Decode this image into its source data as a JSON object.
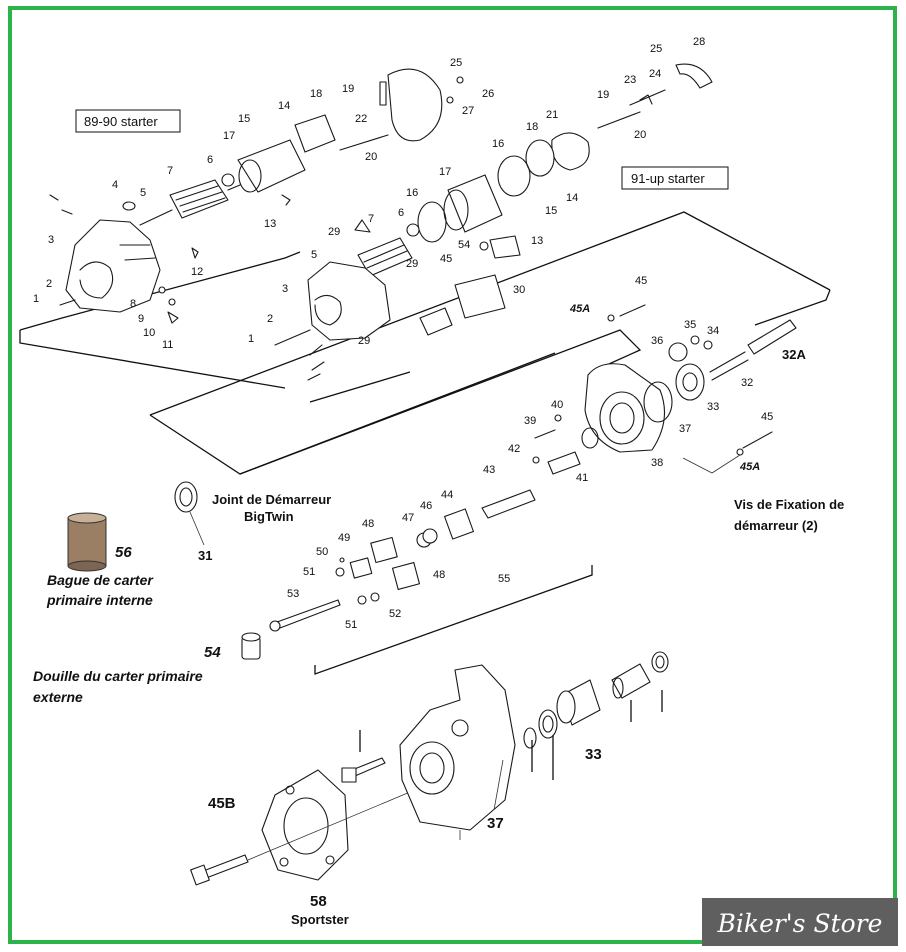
{
  "colors": {
    "frame": "#2db34a",
    "ink": "#1a1a1a",
    "brand_bg": "#5f5f5f",
    "brand_text": "#ffffff"
  },
  "boxes": {
    "b8990": "89-90 starter",
    "b91": "91-up starter"
  },
  "labels": {
    "joint_1": "Joint de Démarreur",
    "joint_2": "BigTwin",
    "vis_1": "Vis de Fixation de",
    "vis_2": "démarreur (2)",
    "bague_1": "Bague de carter",
    "bague_2": "primaire interne",
    "douille_1": "Douille du carter primaire",
    "douille_2": "externe",
    "sportster": "Sportster"
  },
  "brand": "Biker's Store",
  "callouts": {
    "t1": "1",
    "t2": "2",
    "t3": "3",
    "t4": "4",
    "t5": "5",
    "t6": "6",
    "t7": "7",
    "t8": "8",
    "t9": "9",
    "t10": "10",
    "t11": "11",
    "t12": "12",
    "t13": "13",
    "t14a": "14",
    "t15a": "15",
    "t17a": "17",
    "t18a": "18",
    "t19a": "19",
    "t20a": "20",
    "t22": "22",
    "t25a": "25",
    "t26": "26",
    "t27": "27",
    "t25b": "25",
    "t28": "28",
    "t23": "23",
    "t24": "24",
    "t19b": "19",
    "t21": "21",
    "t20b": "20",
    "t18b": "18",
    "t16a": "16",
    "t14b": "14",
    "t15b": "15",
    "t17b": "17",
    "t16b": "16",
    "t6b": "6",
    "t13b": "13",
    "t54a": "54",
    "t29a": "29",
    "t7b": "7",
    "t5b": "5",
    "t29b": "29",
    "t45a": "45",
    "t30": "30",
    "t3b": "3",
    "t2b": "2",
    "t1b": "1",
    "t29c": "29",
    "t45b": "45",
    "t45A1": "45A",
    "t36": "36",
    "t35": "35",
    "t34": "34",
    "t32A": "32A",
    "t32": "32",
    "t33a": "33",
    "t37a": "37",
    "t38": "38",
    "t45c": "45",
    "t45A2": "45A",
    "t39": "39",
    "t40": "40",
    "t42": "42",
    "t41": "41",
    "t43": "43",
    "t44": "44",
    "t46": "46",
    "t47": "47",
    "t48a": "48",
    "t49": "49",
    "t50": "50",
    "t51a": "51",
    "t48b": "48",
    "t55": "55",
    "t53": "53",
    "t51b": "51",
    "t52": "52",
    "t31": "31",
    "t56": "56",
    "t54b": "54",
    "t33b": "33",
    "t37b": "37",
    "t45B": "45B",
    "t58": "58"
  }
}
